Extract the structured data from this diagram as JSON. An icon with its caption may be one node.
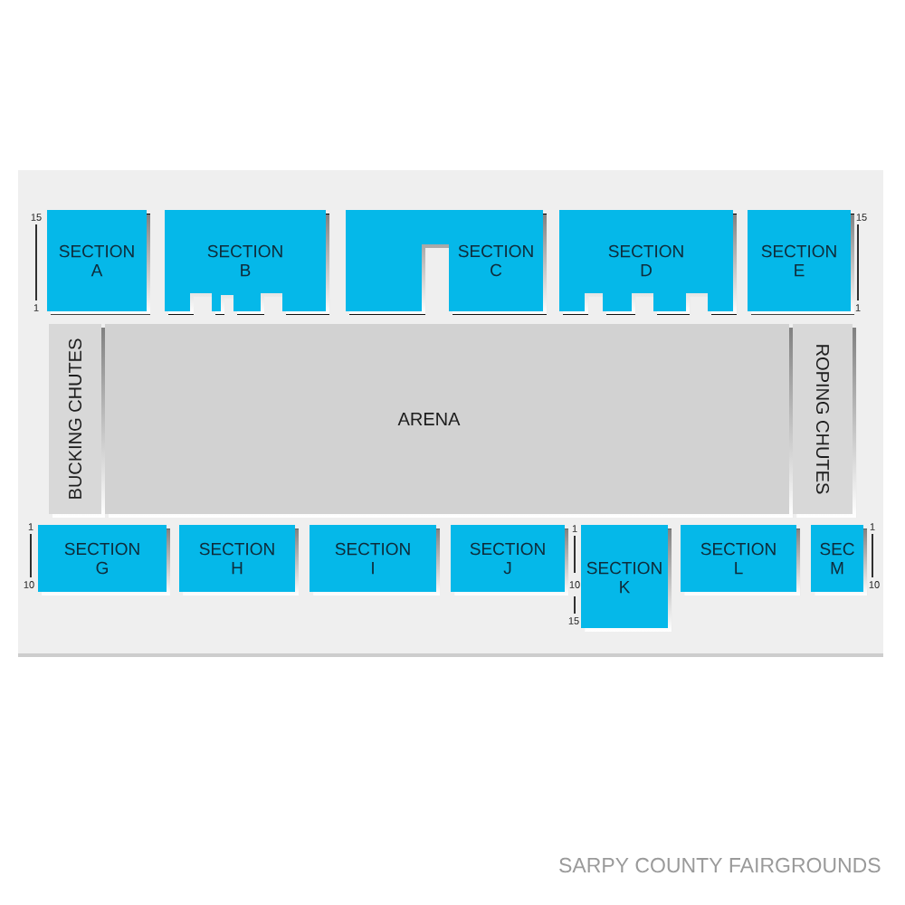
{
  "diagram": {
    "caption": "SARPY COUNTY FAIRGROUNDS",
    "nodes": [
      {
        "text": [
          "SECTION A"
        ],
        "beside": [
          "15",
          "1"
        ]
      },
      {
        "text": [
          "SECTION B"
        ]
      },
      {
        "text": [
          "SECTION C"
        ]
      },
      {
        "text": [
          "SECTION D"
        ]
      },
      {
        "text": [
          "SECTION E"
        ],
        "beside": [
          "15",
          "1"
        ]
      },
      {
        "text": [
          "BUCKING CHUTES"
        ]
      },
      {
        "text": [
          "ARENA"
        ]
      },
      {
        "text": [
          "ROPING CHUTES"
        ]
      },
      {
        "text": [
          "SECTION G"
        ],
        "beside": [
          "1",
          "10"
        ]
      },
      {
        "text": [
          "SECTION H"
        ]
      },
      {
        "text": [
          "SECTION I"
        ]
      },
      {
        "text": [
          "SECTION J"
        ]
      },
      {
        "text": [
          "SECTION K"
        ]
      },
      {
        "text": [
          "SECTION L"
        ]
      },
      {
        "text": [
          "SEC M"
        ],
        "beside": [
          "1",
          "10"
        ]
      }
    ],
    "labels": [
      "1",
      "10",
      "15"
    ]
  }
}
